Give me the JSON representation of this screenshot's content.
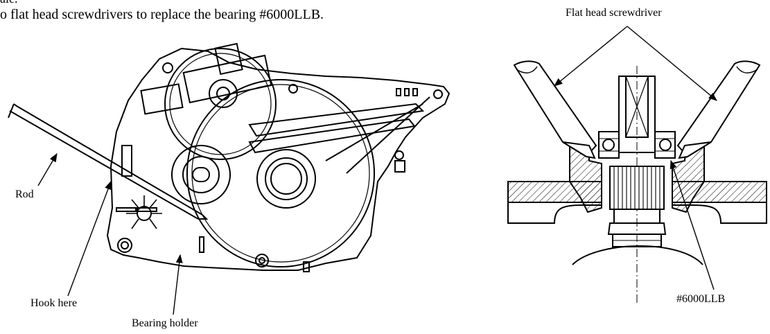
{
  "text": {
    "top_fragment": "ale.",
    "instruction": "o flat head screwdrivers to replace the bearing #6000LLB."
  },
  "labels": {
    "rod": "Rod",
    "hook_here": "Hook here",
    "bearing_holder": "Bearing holder",
    "flat_head_screwdriver": "Flat head screwdriver",
    "bearing_number": "#6000LLB"
  },
  "colors": {
    "line": "#000000",
    "background": "#ffffff"
  }
}
